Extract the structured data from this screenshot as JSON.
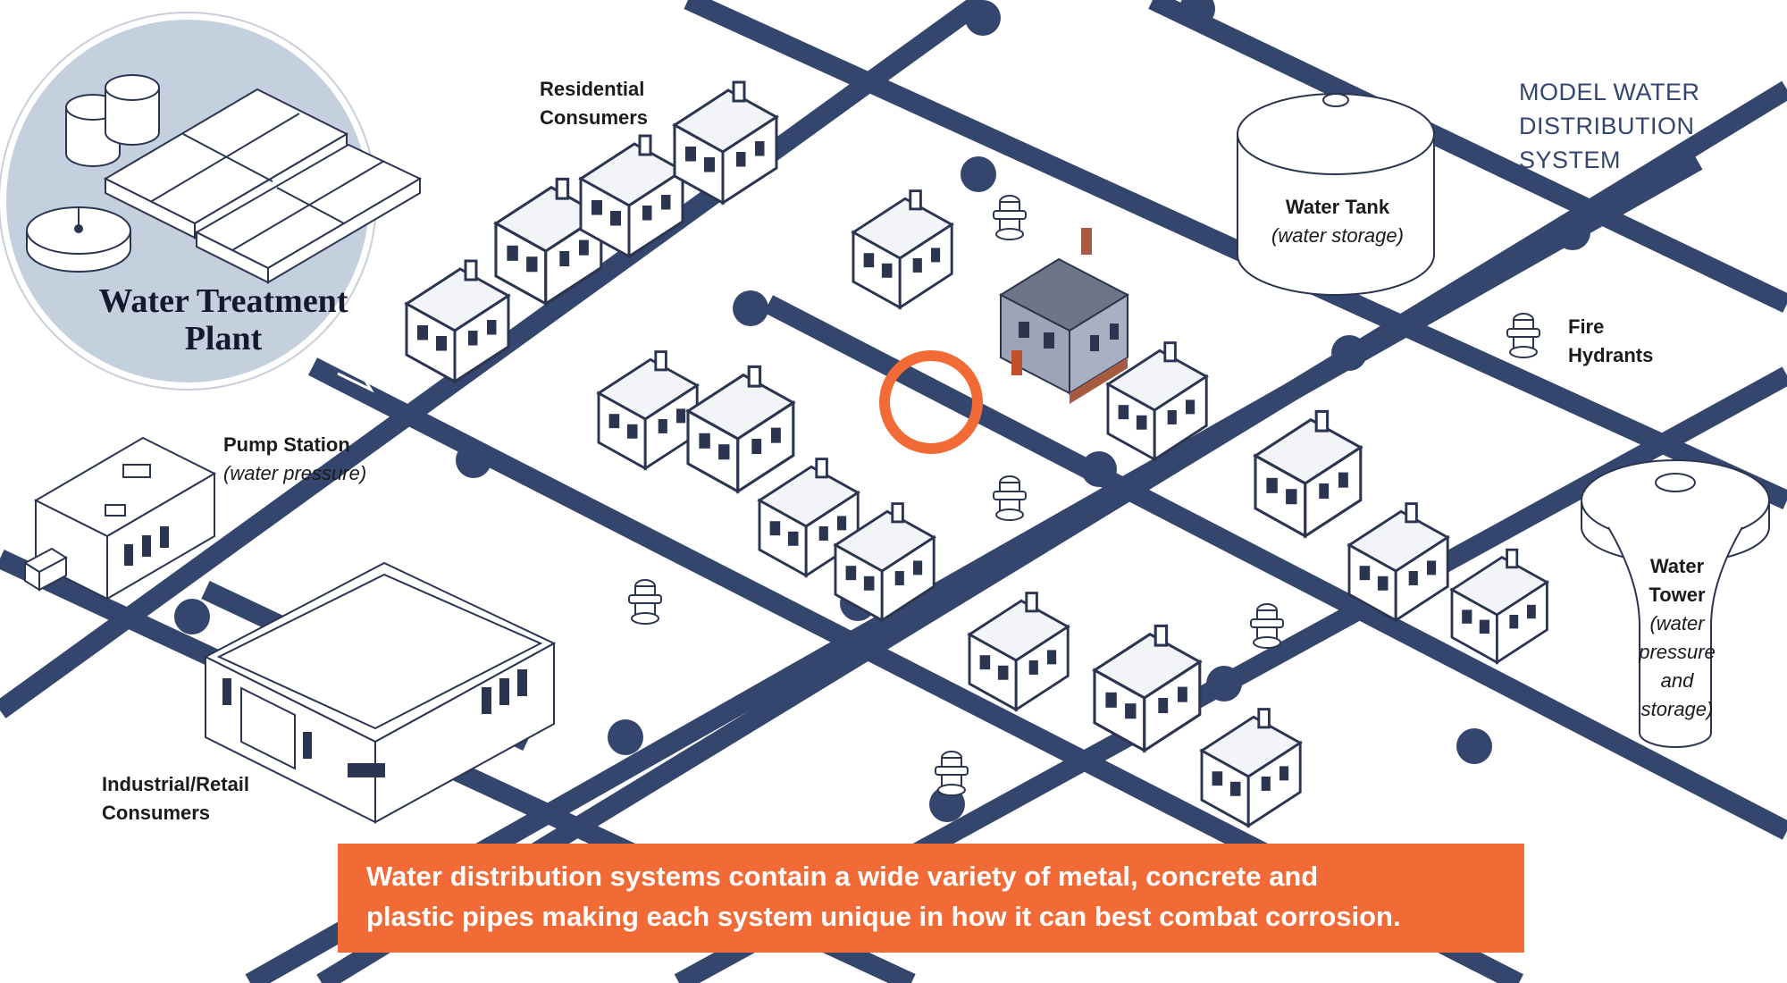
{
  "diagram": {
    "system_title_lines": [
      "MODEL WATER",
      "DISTRIBUTION",
      "SYSTEM"
    ],
    "plant": {
      "title_lines": [
        "Water Treatment",
        "Plant"
      ]
    },
    "labels": {
      "residential": [
        "Residential",
        "Consumers"
      ],
      "pump_station": {
        "name": "Pump Station",
        "note": "(water pressure)"
      },
      "industrial": [
        "Industrial/Retail",
        "Consumers"
      ],
      "water_tank": {
        "name": "Water Tank",
        "note": "(water storage)"
      },
      "fire_hydrants": [
        "Fire",
        "Hydrants"
      ],
      "water_tower": {
        "name_lines": [
          "Water",
          "Tower"
        ],
        "note_lines": [
          "(water",
          "pressure",
          "and",
          "storage)"
        ]
      }
    },
    "callout_lines": [
      "Water distribution systems contain a wide variety of metal, concrete and",
      "plastic pipes making each system unique in how it can best combat corrosion."
    ],
    "colors": {
      "pipe": "#34466e",
      "plant_disc": "#c5d0de",
      "accent_orange": "#f26a35",
      "house_outline": "#2c3550",
      "highlight_house": "#9da4b8"
    },
    "icons": [
      "water-treatment-plant",
      "house-icon",
      "fire-hydrant-icon",
      "water-tank-icon",
      "water-tower-icon",
      "pump-station-icon",
      "warehouse-icon",
      "flow-arrow-icon"
    ]
  }
}
